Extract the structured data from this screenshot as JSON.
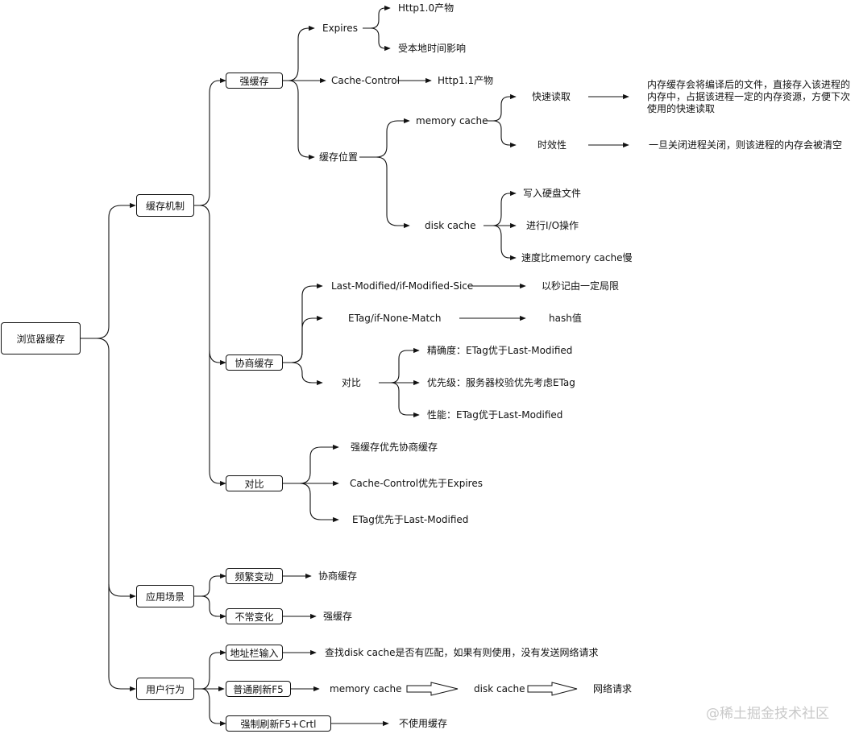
{
  "root": "浏览器缓存",
  "cache_mechanism": {
    "label": "缓存机制",
    "strong": {
      "label": "强缓存",
      "expires": {
        "label": "Expires",
        "c1": "Http1.0产物",
        "c2": "受本地时间影响"
      },
      "cache_control": {
        "label": "Cache-Control",
        "note": "Http1.1产物"
      },
      "location": {
        "label": "缓存位置",
        "memory": {
          "label": "memory cache",
          "fast": {
            "label": "快速读取",
            "desc": "内存缓存会将编译后的文件，直接存入该进程的内存中，占据该进程一定的内存资源，方便下次使用的快速读取"
          },
          "timely": {
            "label": "时效性",
            "desc": "一旦关闭进程关闭，则该进程的内存会被清空"
          }
        },
        "disk": {
          "label": "disk cache",
          "c1": "写入硬盘文件",
          "c2": "进行I/O操作",
          "c3": "速度比memory cache慢"
        }
      }
    },
    "negotiate": {
      "label": "协商缓存",
      "last_modified": {
        "label": "Last-Modified/if-Modified-Sice",
        "note": "以秒记由一定局限"
      },
      "etag": {
        "label": "ETag/if-None-Match",
        "note": "hash值"
      },
      "compare": {
        "label": "对比",
        "c1": "精确度：ETag优于Last-Modified",
        "c2": "优先级：服务器校验优先考虑ETag",
        "c3": "性能：ETag优于Last-Modified"
      }
    },
    "contrast": {
      "label": "对比",
      "c1": "强缓存优先协商缓存",
      "c2": "Cache-Control优先于Expires",
      "c3": "ETag优先于Last-Modified"
    }
  },
  "scenarios": {
    "label": "应用场景",
    "frequent": {
      "label": "频繁变动",
      "result": "协商缓存"
    },
    "rare": {
      "label": "不常变化",
      "result": "强缓存"
    }
  },
  "user_behavior": {
    "label": "用户行为",
    "address": {
      "label": "地址栏输入",
      "result": "查找disk cache是否有匹配，如果有则使用，没有发送网络请求"
    },
    "f5": {
      "label": "普通刷新F5",
      "s1": "memory cache",
      "s2": "disk cache",
      "s3": "网络请求"
    },
    "force": {
      "label": "强制刷新F5+Crtl",
      "result": "不使用缓存"
    }
  },
  "watermark": "@稀土掘金技术社区"
}
